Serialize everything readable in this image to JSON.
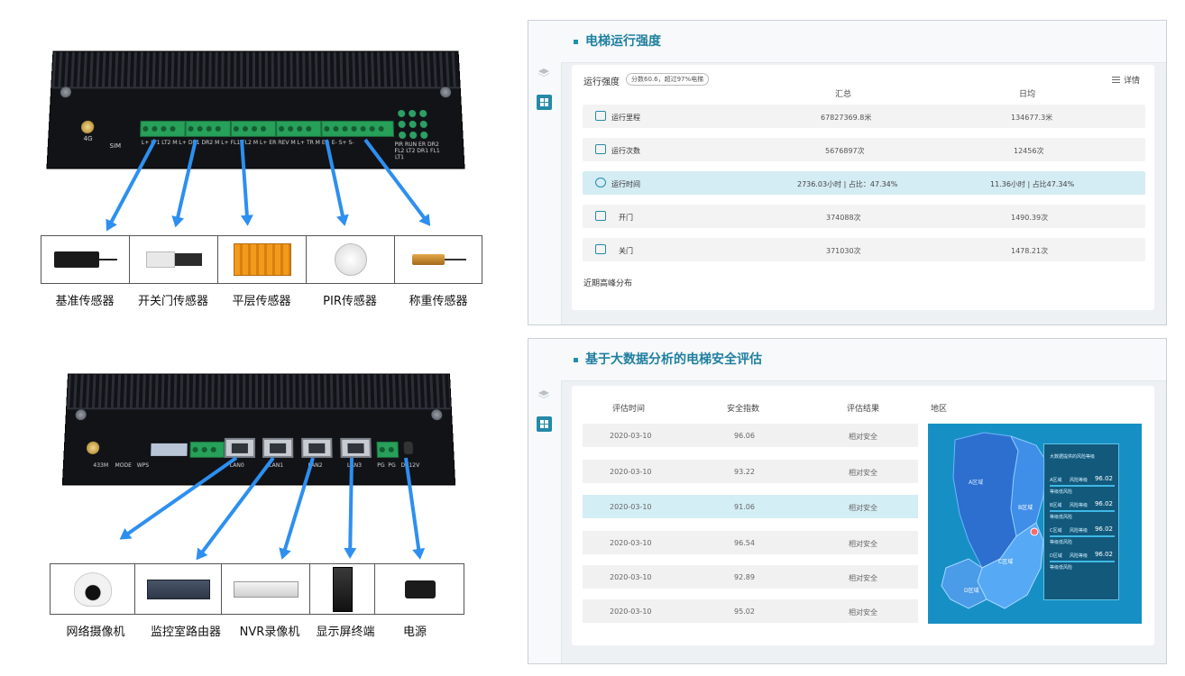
{
  "top_device": {
    "antenna_label": "4G",
    "sim_label": "SIM",
    "pin_labels": "L+ LT1 LT2  M  L+ DR1 DR2  M  L+ FL1 FL2  M  L+ ER REV  M  L+ TR  M  E+ E- S+ S-",
    "led_labels": "PIR RUN ER  DR2 FL2 LT2  DR1 FL1 LT1"
  },
  "top_sensors": [
    "基准传感器",
    "开关门传感器",
    "平层传感器",
    "PIR传感器",
    "称重传感器"
  ],
  "bottom_device": {
    "port_labels": [
      "433M",
      "MODE",
      "WPS",
      "LAN0",
      "LAN1",
      "LAN2",
      "LAN3",
      "PG",
      "PG",
      "DC12V"
    ]
  },
  "bottom_devices": [
    "网络摄像机",
    "监控室路由器",
    "NVR录像机",
    "显示屏终端",
    "电源"
  ],
  "intensity_panel": {
    "title": "电梯运行强度",
    "card_title": "运行强度",
    "score_badge": "分数60.6，超过97%电梯",
    "detail_label": "详情",
    "col_total": "汇总",
    "col_daily": "日均",
    "rows": [
      {
        "label": "运行里程",
        "total": "67827369.8米",
        "daily": "134677.3米",
        "highlight": false
      },
      {
        "label": "运行次数",
        "total": "5676897次",
        "daily": "12456次",
        "highlight": false
      },
      {
        "label": "运行时间",
        "total": "2736.03小时 | 占比：47.34%",
        "daily": "11.36小时 | 占比47.34%",
        "highlight": true
      },
      {
        "label": "开门",
        "total": "374088次",
        "daily": "1490.39次",
        "highlight": false
      },
      {
        "label": "关门",
        "total": "371030次",
        "daily": "1478.21次",
        "highlight": false
      }
    ],
    "peak_label": "近期高峰分布"
  },
  "safety_panel": {
    "title": "基于大数据分析的电梯安全评估",
    "headers": [
      "评估时间",
      "安全指数",
      "评估结果",
      "地区"
    ],
    "rows": [
      {
        "date": "2020-03-10",
        "index": "96.06",
        "result": "相对安全",
        "highlight": false
      },
      {
        "date": "2020-03-10",
        "index": "93.22",
        "result": "相对安全",
        "highlight": false
      },
      {
        "date": "2020-03-10",
        "index": "91.06",
        "result": "相对安全",
        "highlight": true
      },
      {
        "date": "2020-03-10",
        "index": "96.54",
        "result": "相对安全",
        "highlight": false
      },
      {
        "date": "2020-03-10",
        "index": "92.89",
        "result": "相对安全",
        "highlight": false
      },
      {
        "date": "2020-03-10",
        "index": "95.02",
        "result": "相对安全",
        "highlight": false
      }
    ],
    "map": {
      "info_title": "大数据提供的风险等级",
      "districts": [
        {
          "name": "A区域",
          "risk_label": "风险等级",
          "value": "96.02",
          "note": "等级低风险"
        },
        {
          "name": "B区域",
          "risk_label": "风险等级",
          "value": "96.02",
          "note": "等级低风险"
        },
        {
          "name": "C区域",
          "risk_label": "风险等级",
          "value": "96.02",
          "note": "等级低风险"
        },
        {
          "name": "D区域",
          "risk_label": "风险等级",
          "value": "96.02",
          "note": "等级低风险"
        }
      ],
      "region_labels": [
        "A区域",
        "B区域",
        "C区域",
        "D区域"
      ]
    }
  }
}
